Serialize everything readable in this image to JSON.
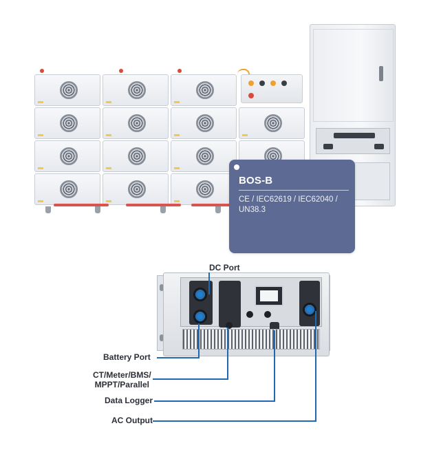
{
  "info_card": {
    "title": "BOS-B",
    "certifications": "CE / IEC62619 / IEC62040 / UN38.3"
  },
  "callouts": {
    "dc_port": "DC Port",
    "battery_port": "Battery Port",
    "ct_meter_line1": "CT/Meter/BMS/",
    "ct_meter_line2": "MPPT/Parallel",
    "data_logger": "Data Logger",
    "ac_output": "AC Output"
  },
  "colors": {
    "card_background": "#5c6a94",
    "callout_line": "#1f69b3",
    "port_blue": "#1f7fd0",
    "terminal_red": "#d94a3a",
    "cable_orange": "#f0a030"
  },
  "icons": [
    "fan-icon",
    "port-icon"
  ]
}
